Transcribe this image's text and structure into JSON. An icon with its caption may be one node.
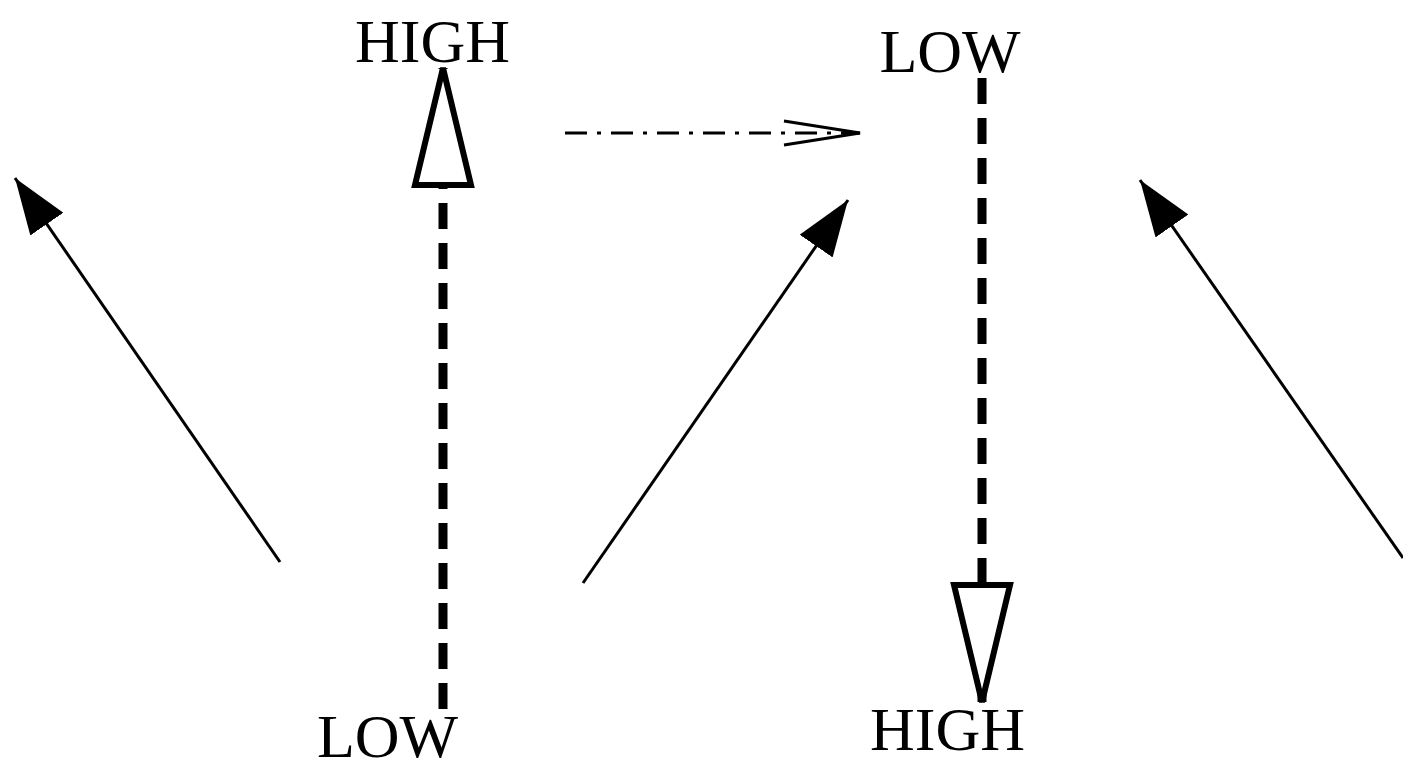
{
  "diagram": {
    "nodes": [
      {
        "text": [
          "HIGH"
        ]
      },
      {
        "text": [
          "LOW"
        ]
      },
      {
        "text": [
          "LOW"
        ]
      },
      {
        "text": [
          "HIGH"
        ]
      }
    ],
    "edges": [
      {
        "from": 0,
        "to": 1,
        "arrow": "to",
        "style": "dashed"
      },
      {
        "from": 2,
        "to": 0,
        "arrow": "to",
        "style": "dashed"
      },
      {
        "from": 1,
        "to": 3,
        "arrow": "to",
        "style": "dashed"
      }
    ]
  }
}
